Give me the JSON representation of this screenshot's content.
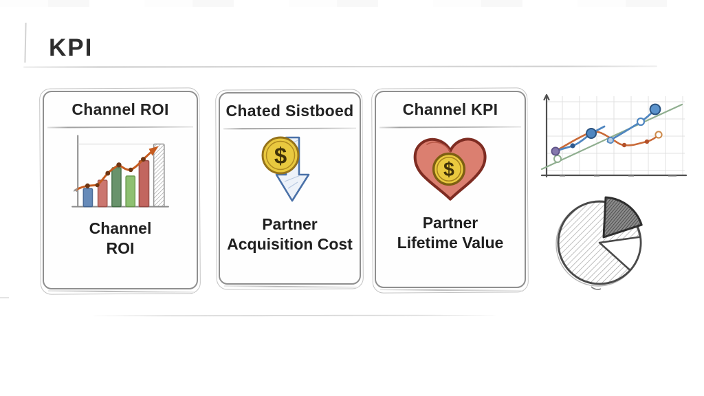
{
  "page": {
    "title": "KPI"
  },
  "cards": [
    {
      "header": "Channel ROI",
      "icon": "bar-chart-trend-icon",
      "body_line1": "Channel",
      "body_line2": "ROI"
    },
    {
      "header": "Chated Sistboed",
      "icon": "coin-down-arrow-icon",
      "body_line1": "Partner",
      "body_line2": "Acquisition Cost"
    },
    {
      "header": "Channel KPI",
      "icon": "heart-coin-icon",
      "body_line1": "Partner",
      "body_line2": "Lifetime Value"
    }
  ],
  "sketch_charts": {
    "bar_icon": {
      "type": "bar",
      "values": [
        26,
        38,
        56,
        44,
        66,
        90
      ],
      "colors": [
        "#5b82b4",
        "#c76b63",
        "#5d8a60",
        "#85bb66",
        "#bd5a52",
        "#a8a8a8"
      ],
      "trend": "rising-orange-arrow-with-dip"
    },
    "line_chart": {
      "type": "line",
      "grid": true,
      "axes": "left-and-bottom, no tick labels",
      "series": [
        {
          "name": "blue",
          "color": "#4f86c0",
          "shape": "rise-peak-dip-rise",
          "markers": "circles"
        },
        {
          "name": "orange",
          "color": "#c96a38",
          "shape": "rise-peak-fall-flat-slight-rise",
          "markers": "dots"
        },
        {
          "name": "green",
          "color": "#8fae8f",
          "shape": "straight-rising-diagonal",
          "markers": "one-open-circle"
        }
      ]
    },
    "pie_chart": {
      "type": "pie",
      "slices": [
        {
          "name": "hatched-body",
          "value": 62
        },
        {
          "name": "dark-exploded-top",
          "value": 22
        },
        {
          "name": "white-right",
          "value": 16
        }
      ]
    }
  },
  "colors": {
    "ink": "#212121",
    "pencil_gray": "#8f8f8f",
    "coin_gold": "#e9c93f",
    "heart_red": "#db7f70",
    "arrow_blue": "#4a71a8",
    "trend_orange": "#c65c20",
    "line_blue": "#4f86c0",
    "line_orange": "#c96a38",
    "line_green": "#8fae8f"
  }
}
